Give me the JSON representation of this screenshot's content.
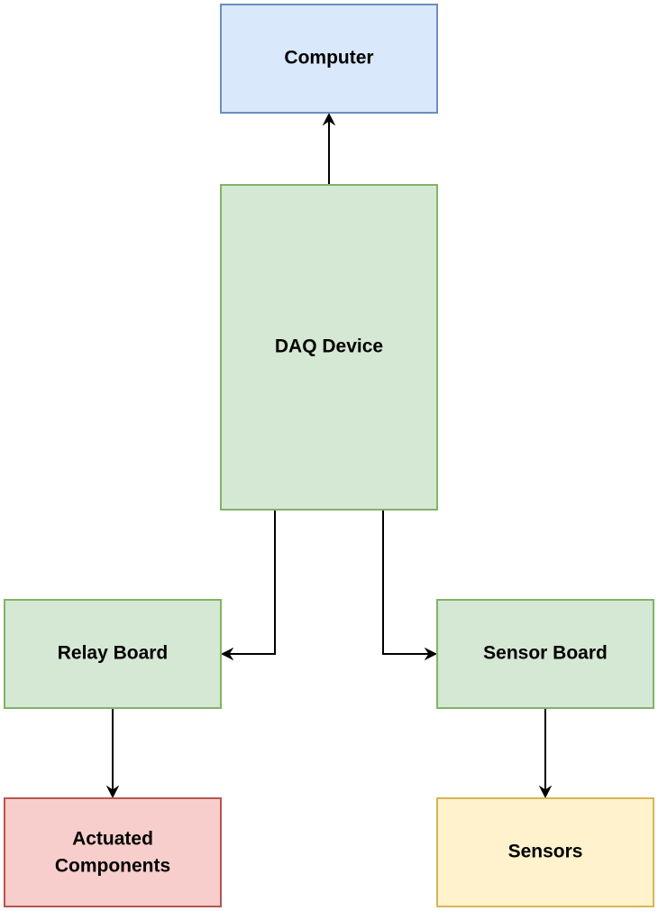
{
  "nodes": {
    "computer": {
      "label": "Computer",
      "fill": "#dae8fc",
      "stroke": "#6c8ebf"
    },
    "daq": {
      "label": "DAQ Device",
      "fill": "#d5e8d4",
      "stroke": "#82b366"
    },
    "relay": {
      "label": "Relay Board",
      "fill": "#d5e8d4",
      "stroke": "#82b366"
    },
    "sensor_board": {
      "label": "Sensor Board",
      "fill": "#d5e8d4",
      "stroke": "#82b366"
    },
    "actuated": {
      "label_line1": "Actuated",
      "label_line2": "Components",
      "fill": "#f8cecc",
      "stroke": "#b85450"
    },
    "sensors": {
      "label": "Sensors",
      "fill": "#fff2cc",
      "stroke": "#d6b656"
    }
  },
  "edges": [
    {
      "from": "daq",
      "to": "computer"
    },
    {
      "from": "daq",
      "to": "relay"
    },
    {
      "from": "daq",
      "to": "sensor_board"
    },
    {
      "from": "relay",
      "to": "actuated"
    },
    {
      "from": "sensor_board",
      "to": "sensors"
    }
  ]
}
